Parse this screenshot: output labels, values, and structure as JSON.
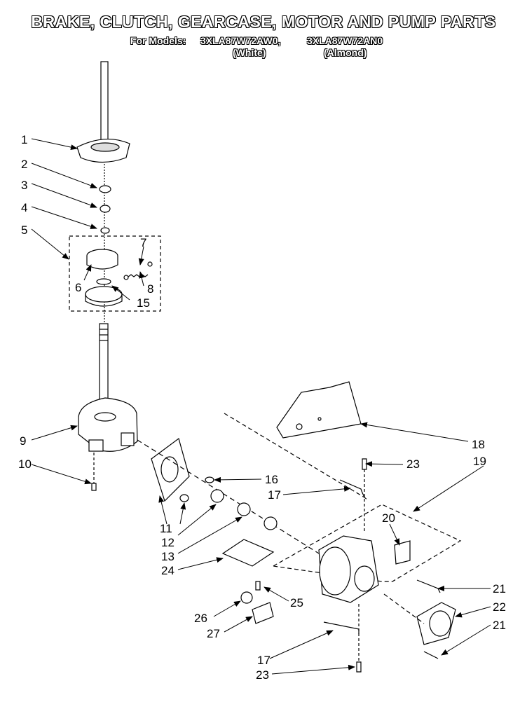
{
  "header": {
    "title": "BRAKE, CLUTCH, GEARCASE, MOTOR AND PUMP PARTS",
    "models_prefix": "For Models:",
    "model_white": "3XLA87W72AW0,",
    "model_almond": "3XLA87W72AN0",
    "variant_white": "(White)",
    "variant_almond": "(Almond)"
  },
  "callouts": [
    "1",
    "2",
    "3",
    "4",
    "5",
    "6",
    "7",
    "8",
    "15",
    "9",
    "10",
    "11",
    "12",
    "13",
    "24",
    "16",
    "17",
    "18",
    "19",
    "20",
    "21",
    "22",
    "21",
    "23",
    "25",
    "26",
    "27",
    "17",
    "23"
  ]
}
